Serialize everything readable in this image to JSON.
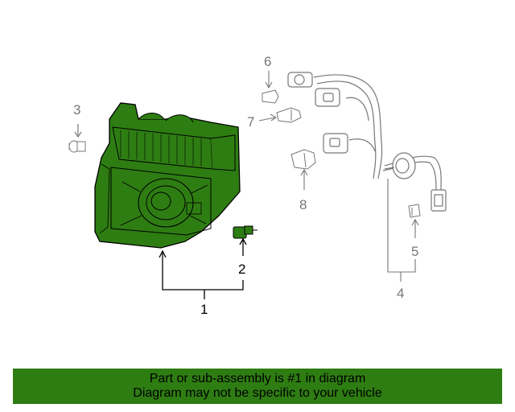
{
  "diagram": {
    "callouts": [
      {
        "number": "1",
        "highlighted": true
      },
      {
        "number": "2",
        "highlighted": true
      },
      {
        "number": "3",
        "highlighted": false
      },
      {
        "number": "4",
        "highlighted": false
      },
      {
        "number": "5",
        "highlighted": false
      },
      {
        "number": "6",
        "highlighted": false
      },
      {
        "number": "7",
        "highlighted": false
      },
      {
        "number": "8",
        "highlighted": false
      }
    ],
    "colors": {
      "highlight_fill": "#2e7d12",
      "line_active": "#000000",
      "line_inactive": "#777777"
    }
  },
  "banner": {
    "line1": "Part or sub-assembly is #1 in diagram",
    "line2": "Diagram may not be specific to your vehicle",
    "background": "#2e7d12"
  }
}
